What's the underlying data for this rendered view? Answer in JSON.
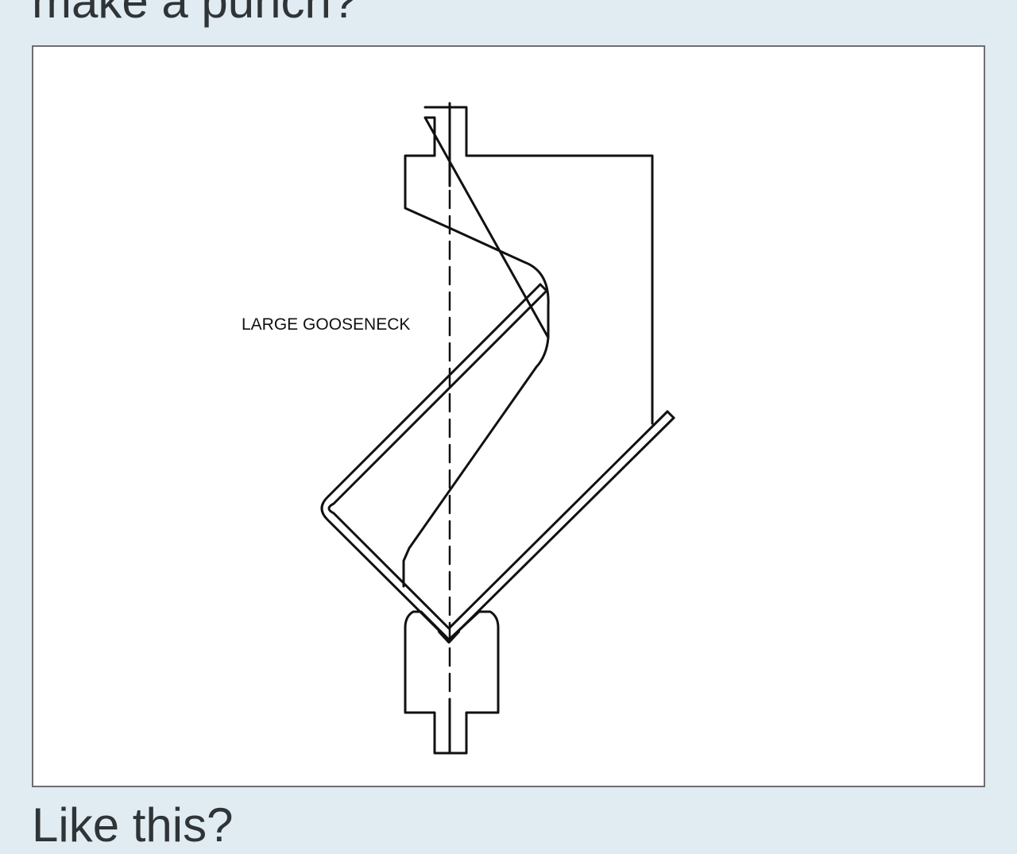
{
  "post": {
    "heading_top": "make a punch?",
    "heading_bottom": "Like this?"
  },
  "diagram": {
    "label": "LARGE GOOSENECK",
    "colors": {
      "background": "#e1ebf2",
      "panel": "#ffffff",
      "border": "#6d6f70",
      "stroke": "#111111",
      "text": "#2f3437"
    }
  }
}
